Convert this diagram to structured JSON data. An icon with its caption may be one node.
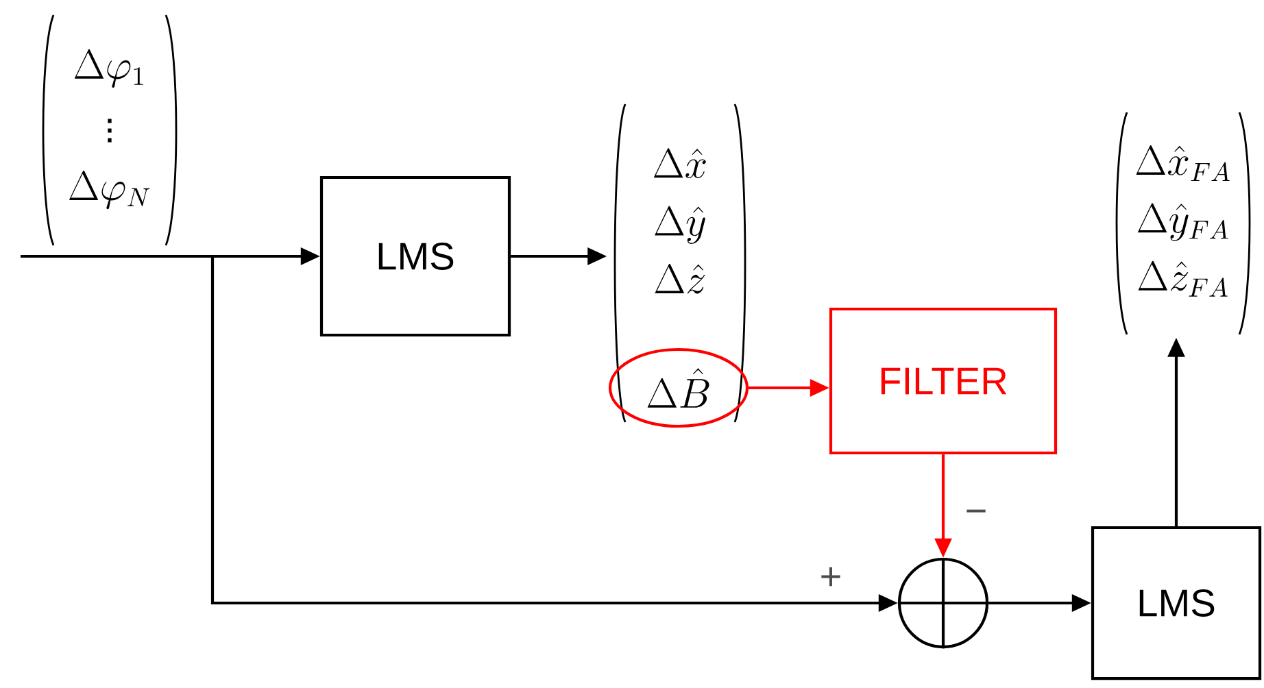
{
  "diagram": {
    "nodes": [
      {
        "text": [
          "\\Delta\\varphi_1",
          "\\vdots",
          "\\Delta\\varphi_N"
        ]
      },
      {
        "text": [
          "LMS"
        ]
      },
      {
        "text": [
          "\\Delta\\hat{x}",
          "\\Delta\\hat{y}",
          "\\Delta\\hat{z}"
        ]
      },
      {
        "text": [
          "\\Delta\\hat{B}"
        ],
        "in": 2
      },
      {
        "text": [
          "FILTER"
        ]
      },
      {
        "text": [],
        "shape": "circle"
      },
      {
        "text": [
          "LMS"
        ]
      },
      {
        "text": [
          "\\Delta\\hat{x}_{FA}",
          "\\Delta\\hat{y}_{FA}",
          "\\Delta\\hat{z}_{FA}"
        ]
      }
    ],
    "edges": [
      {
        "from": null,
        "to": 1,
        "arrow": "to"
      },
      {
        "from": 1,
        "to": 2,
        "arrow": "to"
      },
      {
        "from": 3,
        "to": 4,
        "arrow": "to",
        "color": "#ff0000"
      },
      {
        "from": 4,
        "to": 5,
        "arrow": "to",
        "label": "−",
        "color": "#ff0000"
      },
      {
        "from": null,
        "to": 5,
        "arrow": "to",
        "label": "+"
      },
      {
        "from": 5,
        "to": 6,
        "arrow": "to"
      },
      {
        "from": 6,
        "to": 7,
        "arrow": "to"
      }
    ]
  }
}
